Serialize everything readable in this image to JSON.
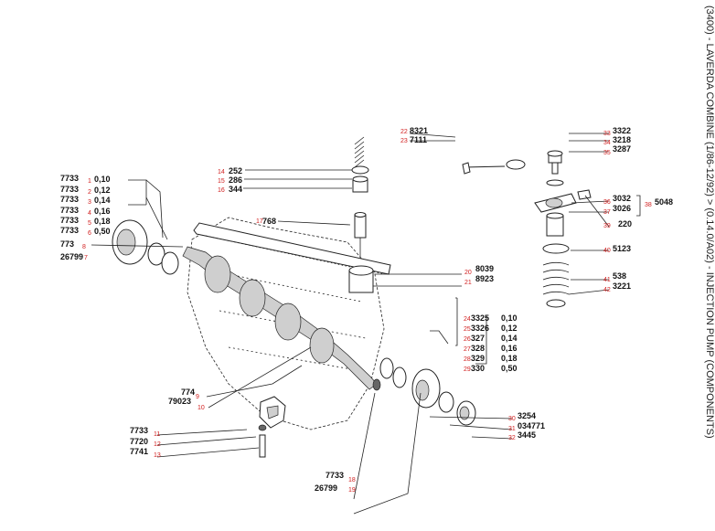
{
  "header": {
    "side_title": "(3400) - LAVERDA COMBINE (1/86-12/92) > (0.14.0/A02) - INJECTION PUMP (COMPONENTS)"
  },
  "callouts": [
    {
      "index": "1",
      "part": "7733",
      "value": "0,10"
    },
    {
      "index": "2",
      "part": "7733",
      "value": "0,12"
    },
    {
      "index": "3",
      "part": "7733",
      "value": "0,14"
    },
    {
      "index": "4",
      "part": "7733",
      "value": "0,16"
    },
    {
      "index": "5",
      "part": "7733",
      "value": "0,18"
    },
    {
      "index": "6",
      "part": "7733",
      "value": "0,50"
    },
    {
      "index": "7",
      "part": "26799",
      "value": ""
    },
    {
      "index": "8",
      "part": "773",
      "value": ""
    },
    {
      "index": "9",
      "part": "774",
      "value": ""
    },
    {
      "index": "10",
      "part": "79023",
      "value": ""
    },
    {
      "index": "11",
      "part": "7733",
      "value": ""
    },
    {
      "index": "12",
      "part": "7720",
      "value": ""
    },
    {
      "index": "13",
      "part": "7741",
      "value": ""
    },
    {
      "index": "14",
      "part": "252",
      "value": ""
    },
    {
      "index": "15",
      "part": "286",
      "value": ""
    },
    {
      "index": "16",
      "part": "344",
      "value": ""
    },
    {
      "index": "17",
      "part": "768",
      "value": ""
    },
    {
      "index": "18",
      "part": "7733",
      "value": ""
    },
    {
      "index": "19",
      "part": "26799",
      "value": ""
    },
    {
      "index": "20",
      "part": "8039",
      "value": ""
    },
    {
      "index": "21",
      "part": "8923",
      "value": ""
    },
    {
      "index": "22",
      "part": "8321",
      "value": ""
    },
    {
      "index": "23",
      "part": "7111",
      "value": ""
    },
    {
      "index": "24",
      "part": "3325",
      "value": "0,10"
    },
    {
      "index": "25",
      "part": "3326",
      "value": "0,12"
    },
    {
      "index": "26",
      "part": "327",
      "value": "0,14"
    },
    {
      "index": "27",
      "part": "328",
      "value": "0,16"
    },
    {
      "index": "28",
      "part": "329",
      "value": "0,18"
    },
    {
      "index": "29",
      "part": "330",
      "value": "0,50"
    },
    {
      "index": "30",
      "part": "3254",
      "value": ""
    },
    {
      "index": "31",
      "part": "034771",
      "value": ""
    },
    {
      "index": "32",
      "part": "3445",
      "value": ""
    },
    {
      "index": "33",
      "part": "3322",
      "value": ""
    },
    {
      "index": "34",
      "part": "3218",
      "value": ""
    },
    {
      "index": "35",
      "part": "3287",
      "value": ""
    },
    {
      "index": "36",
      "part": "3032",
      "value": ""
    },
    {
      "index": "37",
      "part": "3026",
      "value": ""
    },
    {
      "index": "38",
      "part": "5048",
      "value": ""
    },
    {
      "index": "39",
      "part": "220",
      "value": ""
    },
    {
      "index": "40",
      "part": "5123",
      "value": ""
    },
    {
      "index": "41",
      "part": "538",
      "value": ""
    },
    {
      "index": "42",
      "part": "3221",
      "value": ""
    }
  ]
}
